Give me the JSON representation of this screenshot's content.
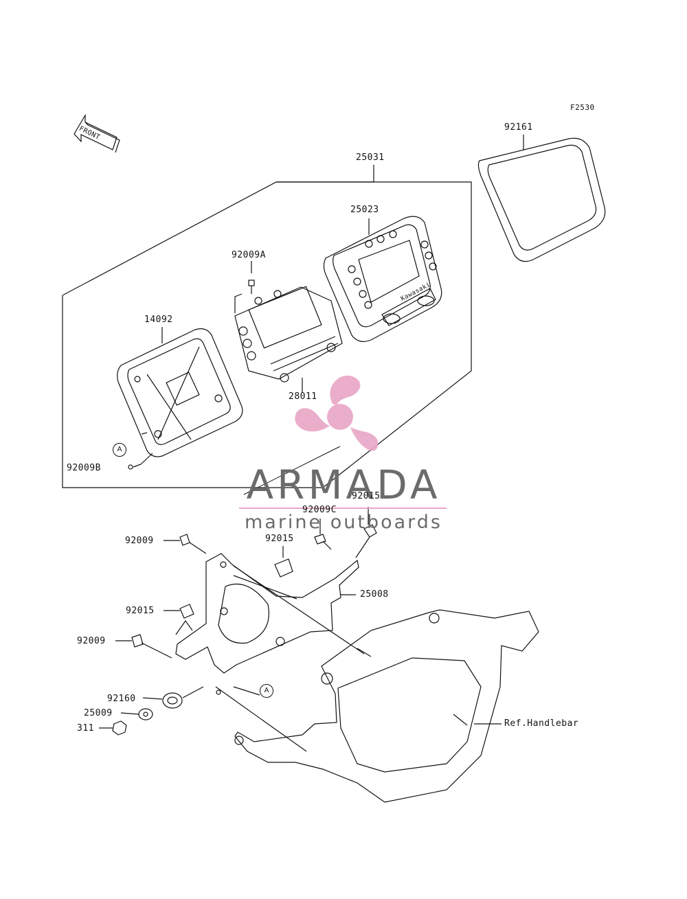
{
  "figure_code": "F2530",
  "front_arrow_text": "FRONT",
  "parts": {
    "p92161": "92161",
    "p25031": "25031",
    "p25023": "25023",
    "p92009A": "92009A",
    "p14092": "14092",
    "p28011": "28011",
    "p92009B": "92009B",
    "p92009C": "92009C",
    "p92015_top": "92015",
    "p92009_top": "92009",
    "p92015_mid": "92015",
    "p25008": "25008",
    "p92015_left": "92015",
    "p92009_left": "92009",
    "p92160": "92160",
    "p25009": "25009",
    "p311": "311"
  },
  "reference_label": "Ref.Handlebar",
  "callout_letter": "A",
  "meter_brand_text": "Kawasaki",
  "watermark": {
    "title": "ARMADA",
    "subtitle": "marine outboards",
    "accent_color": "#e8a6c6",
    "text_color": "#6b6b6b"
  }
}
